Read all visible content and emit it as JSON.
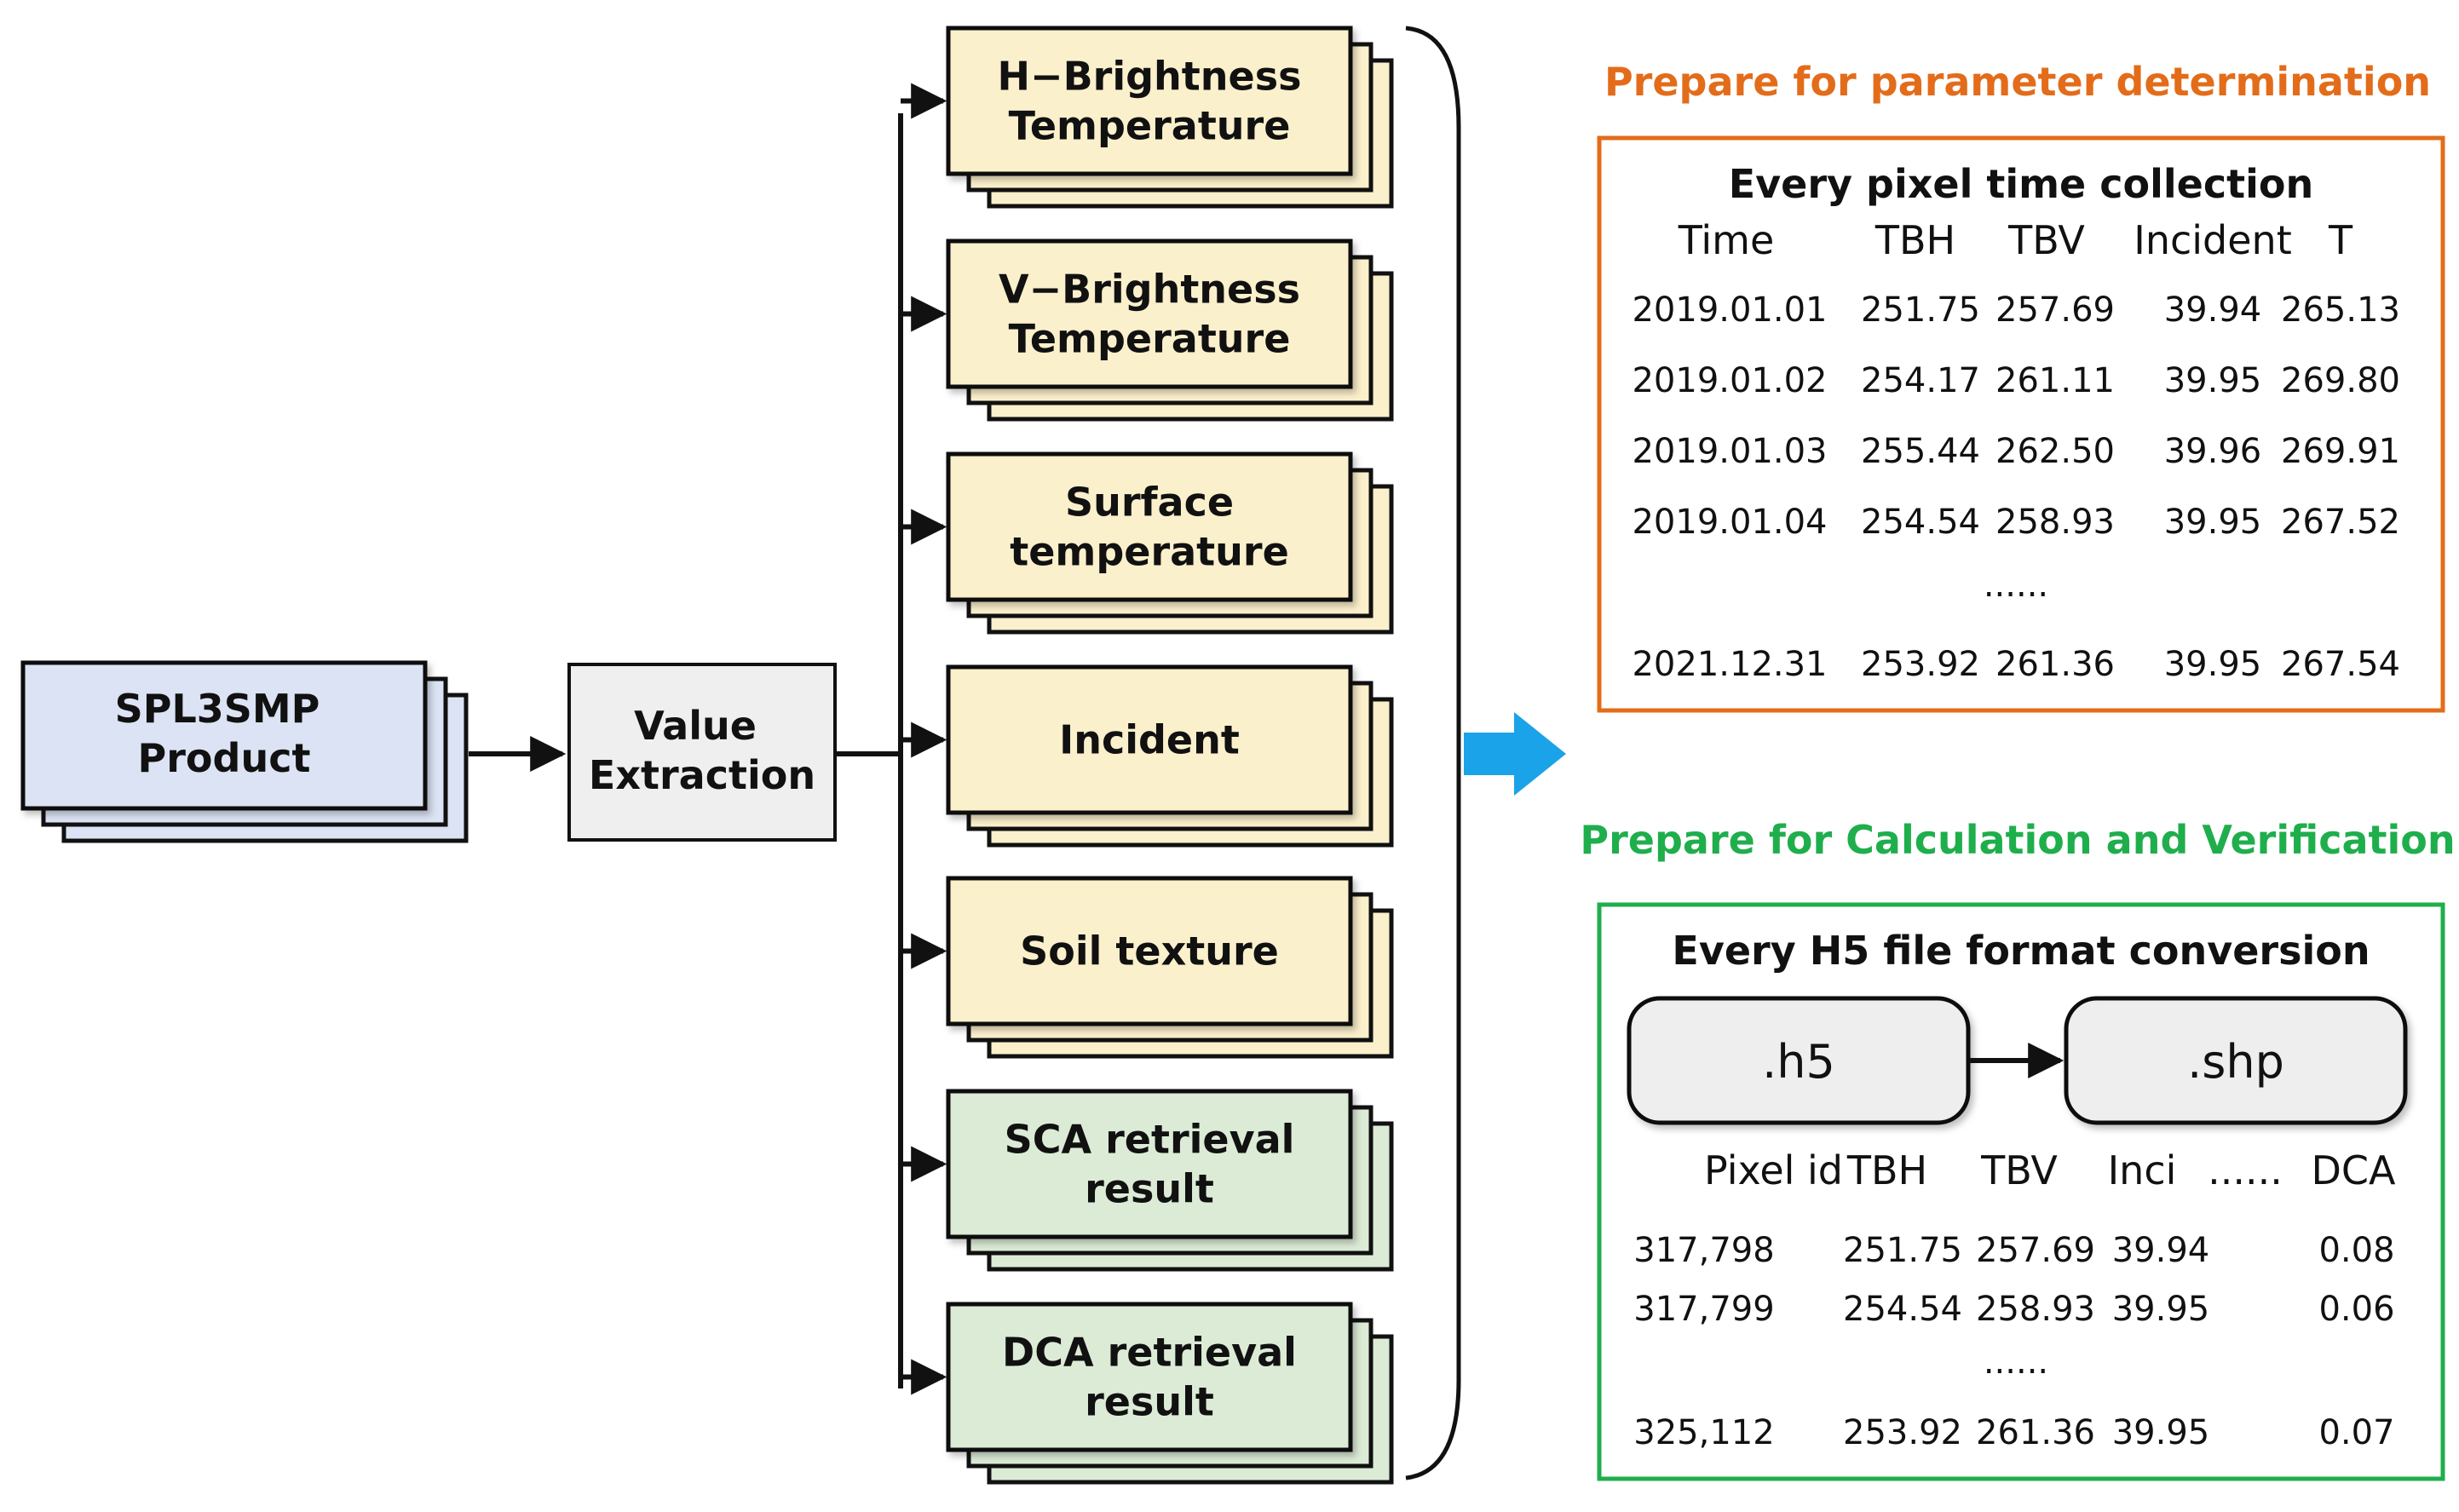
{
  "source": {
    "label_lines": [
      "SPL3SMP",
      "Product"
    ],
    "color": "#dbe3f4"
  },
  "extraction": {
    "label_lines": [
      "Value",
      "Extraction"
    ],
    "color": "#efefef"
  },
  "layers": [
    {
      "id": "h-bt",
      "lines": [
        "H−Brightness",
        "Temperature"
      ],
      "color": "#fbf0cc"
    },
    {
      "id": "v-bt",
      "lines": [
        "V−Brightness",
        "Temperature"
      ],
      "color": "#fbf0cc"
    },
    {
      "id": "surface-temp",
      "lines": [
        "Surface",
        "temperature"
      ],
      "color": "#fbf0cc"
    },
    {
      "id": "incident",
      "lines": [
        "Incident"
      ],
      "color": "#fbf0cc"
    },
    {
      "id": "soil-texture",
      "lines": [
        "Soil texture"
      ],
      "color": "#fbf0cc"
    },
    {
      "id": "sca-result",
      "lines": [
        "SCA retrieval",
        "result"
      ],
      "color": "#dcebd6"
    },
    {
      "id": "dca-result",
      "lines": [
        "DCA retrieval",
        "result"
      ],
      "color": "#dcebd6"
    }
  ],
  "param_section": {
    "title": "Prepare for parameter determination",
    "color": "#e36c1a",
    "table_title": "Every pixel time collection",
    "headers": [
      "Time",
      "TBH",
      "TBV",
      "Incident",
      "T"
    ],
    "rows": [
      [
        "2019.01.01",
        "251.75",
        "257.69",
        "39.94",
        "265.13"
      ],
      [
        "2019.01.02",
        "254.17",
        "261.11",
        "39.95",
        "269.80"
      ],
      [
        "2019.01.03",
        "255.44",
        "262.50",
        "39.96",
        "269.91"
      ],
      [
        "2019.01.04",
        "254.54",
        "258.93",
        "39.95",
        "267.52"
      ]
    ],
    "ellipsis": "......",
    "last_row": [
      "2021.12.31",
      "253.92",
      "261.36",
      "39.95",
      "267.54"
    ]
  },
  "calc_section": {
    "title": "Prepare for Calculation and Verification",
    "color": "#1fae4c",
    "table_title": "Every H5 file format conversion",
    "from_format": ".h5",
    "to_format": ".shp",
    "headers": [
      "Pixel id",
      "TBH",
      "TBV",
      "Inci",
      "......",
      "DCA"
    ],
    "rows": [
      [
        "317,798",
        "251.75",
        "257.69",
        "39.94",
        "0.08"
      ],
      [
        "317,799",
        "254.54",
        "258.93",
        "39.95",
        "0.06"
      ]
    ],
    "ellipsis": "......",
    "last_row": [
      "325,112",
      "253.92",
      "261.36",
      "39.95",
      "0.07"
    ]
  },
  "colors": {
    "stroke": "#111111",
    "big_arrow": "#1aa3e8",
    "format_box": "#eeeeee"
  }
}
